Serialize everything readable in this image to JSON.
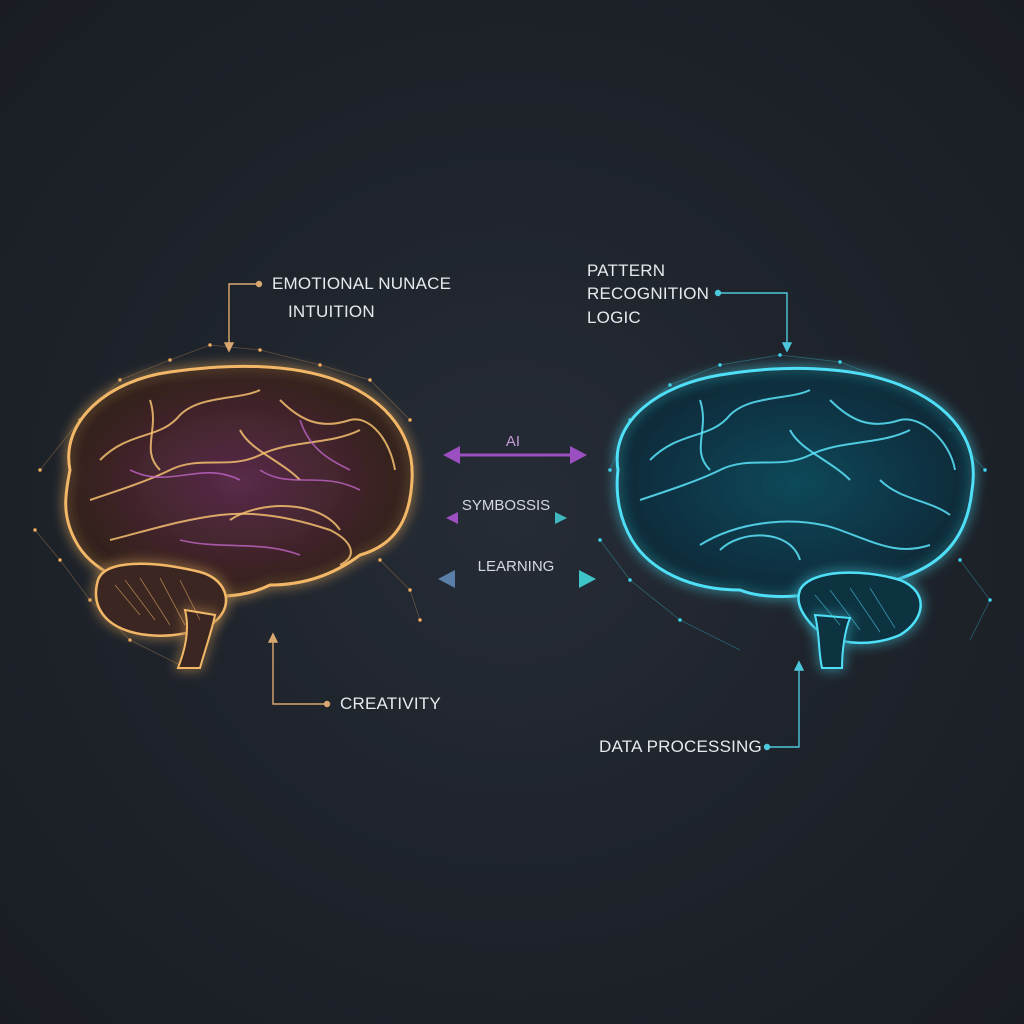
{
  "left_brain": {
    "name": "human-brain",
    "color": "#f0b060",
    "accent": "#c266c8",
    "labels": {
      "top_line1": "EMOTIONAL NUNACE",
      "top_line2": "INTUITION",
      "bottom": "CREATIVITY"
    }
  },
  "right_brain": {
    "name": "ai-brain",
    "color": "#3fd6f0",
    "labels": {
      "top_line1": "PATTERN",
      "top_line2": "RECOGNITION",
      "top_line3": "LOGIC",
      "bottom": "DATA PROCESSING"
    }
  },
  "connectors": [
    {
      "label": "AI",
      "color_left": "#9b4fc0",
      "color_right": "#9b4fc0"
    },
    {
      "label": "SYMBOSSIS",
      "color_left": "#9b4fc0",
      "color_right": "#3fb8c0"
    },
    {
      "label": "LEARNING",
      "color_left": "#5a7fa8",
      "color_right": "#3fc4c8"
    }
  ],
  "colors": {
    "background": "#1f242c",
    "text": "#e6e9ee",
    "orange": "#f0b060",
    "purple": "#9b4fc0",
    "cyan": "#3fd6f0"
  }
}
